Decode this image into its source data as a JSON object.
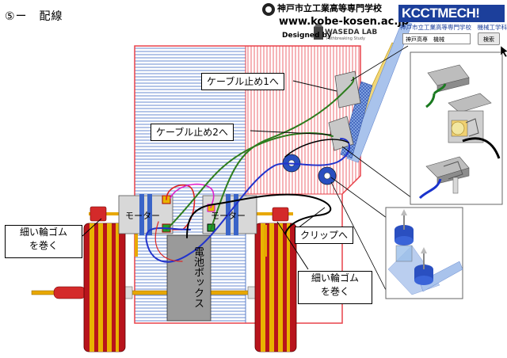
{
  "header": {
    "title": "⑤ー　配線",
    "school_name": "神戸市立工業高等専門学校",
    "url": "www.kobe-kosen.ac.jp",
    "designed_by": "Designed by",
    "lab_name": "WASEDA LAB",
    "lab_tagline": "Pathbreaking Study"
  },
  "brand": {
    "logo_text": "KCCTMECH!",
    "logo_subtitle": "神戸市立工業高等専門学校　機械工学科",
    "search_value": "神戸高専　機械",
    "search_button_label": "検索",
    "accent_color": "#1c3f9b"
  },
  "callouts": {
    "cable_stop_1": "ケーブル止め1へ",
    "cable_stop_2": "ケーブル止め2へ",
    "clip": "クリップへ",
    "rubber_left_line1": "細い輪ゴム",
    "rubber_left_line2": "を巻く",
    "rubber_right_line1": "細い輪ゴム",
    "rubber_right_line2": "を巻く"
  },
  "parts": {
    "motor_left": "モーター",
    "motor_right": "モーター",
    "battery_box": "電池ボックス"
  },
  "colors": {
    "red_panel": "#e8424a",
    "blue_panel": "#5b7fc8",
    "wheel_red": "#c81e1e",
    "wheel_yellow": "#e8b400",
    "wire_green": "#2e7d1e",
    "wire_blue": "#2233cc",
    "wire_black": "#000000",
    "wire_red": "#dd2222",
    "wire_magenta": "#dd22cc"
  }
}
